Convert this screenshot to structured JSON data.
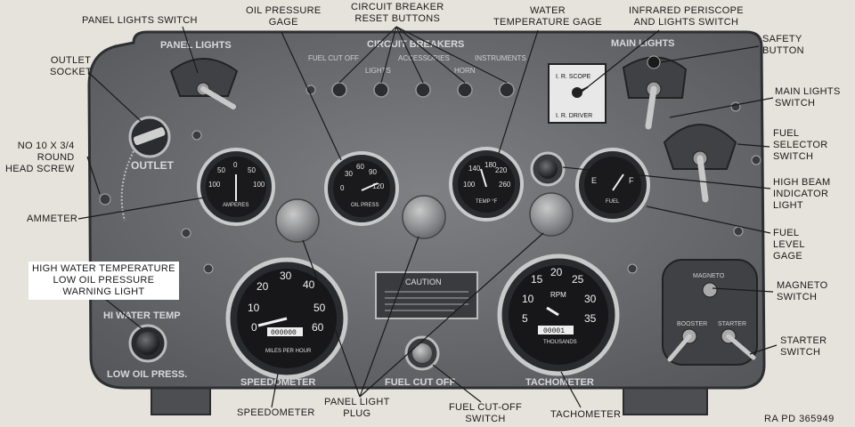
{
  "callouts": {
    "panel_lights_switch": "PANEL LIGHTS SWITCH",
    "oil_pressure_gage": "OIL PRESSURE\nGAGE",
    "circuit_breaker_reset": "CIRCUIT BREAKER\nRESET BUTTONS",
    "water_temperature_gage": "WATER\nTEMPERATURE GAGE",
    "infrared_periscope": "INFRARED PERISCOPE\nAND LIGHTS SWITCH",
    "safety_button": "SAFETY\nBUTTON",
    "outlet_socket": "OUTLET\nSOCKET",
    "main_lights_switch": "MAIN LIGHTS\nSWITCH",
    "head_screw": "NO 10 X 3/4\nROUND\nHEAD SCREW",
    "fuel_selector_switch": "FUEL\nSELECTOR\nSWITCH",
    "ammeter": "AMMETER",
    "high_beam_indicator": "HIGH BEAM\nINDICATOR\nLIGHT",
    "fuel_level_gage": "FUEL\nLEVEL\nGAGE",
    "warning_light": "HIGH WATER TEMPERATURE\nLOW OIL PRESSURE\nWARNING LIGHT",
    "magneto_switch": "MAGNETO\nSWITCH",
    "starter_switch": "STARTER\nSWITCH",
    "speedometer": "SPEEDOMETER",
    "panel_light_plug": "PANEL LIGHT\nPLUG",
    "fuel_cutoff_switch": "FUEL CUT-OFF\nSWITCH",
    "tachometer": "TACHOMETER"
  },
  "panel_text": {
    "panel_lights": "PANEL LIGHTS",
    "circuit_breakers": "CIRCUIT BREAKERS",
    "main_lights": "MAIN LIGHTS",
    "fuel_cut_off_small": "FUEL CUT OFF",
    "accessories": "ACCESSORIES",
    "instruments": "INSTRUMENTS",
    "lights": "LIGHTS",
    "horn": "HORN",
    "outlet": "OUTLET",
    "hi_water_temp": "HI WATER TEMP",
    "low_oil_press": "LOW OIL PRESS.",
    "speedometer_label": "SPEEDOMETER",
    "fuel_cut_off_label": "FUEL CUT OFF",
    "tachometer_label": "TACHOMETER",
    "caution": "CAUTION",
    "ir_scope": "I. R. SCOPE",
    "ir_driver": "I. R. DRIVER",
    "ammeter_face": {
      "ticks": [
        "100",
        "50",
        "0",
        "50",
        "100"
      ],
      "label": "AMPERES"
    },
    "oil_face": {
      "ticks": [
        "0",
        "30",
        "60",
        "90",
        "120"
      ],
      "label": "OIL PRESS"
    },
    "temp_face": {
      "ticks": [
        "100",
        "140",
        "180",
        "220",
        "260"
      ],
      "label": "TEMP °F"
    },
    "fuel_face": {
      "ticks": [
        "E",
        "F"
      ],
      "label": "FUEL"
    },
    "speed_face": {
      "ticks": [
        "10",
        "20",
        "30",
        "40",
        "50",
        "60",
        "0"
      ],
      "label": "MILES PER HOUR",
      "odometer": "000000"
    },
    "tach_face": {
      "ticks": [
        "5",
        "10",
        "15",
        "20",
        "25",
        "30",
        "35"
      ],
      "label": "RPM",
      "sub": "THOUSANDS",
      "counter": "00001"
    },
    "magneto_face": {
      "left": "BOOSTER",
      "right": "STARTER",
      "top": "MAGNETO"
    }
  },
  "credit": "RA PD 365949"
}
